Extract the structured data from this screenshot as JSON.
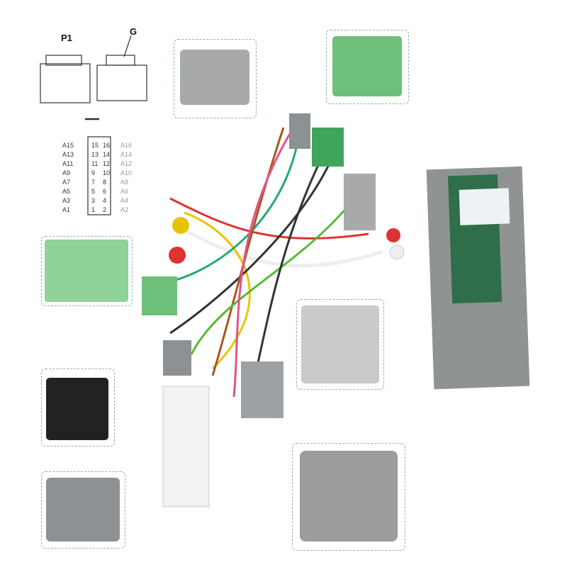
{
  "diagram": {
    "plug_labels": {
      "p1": "P1",
      "g": "G"
    },
    "pin_rows": [
      {
        "left": "A15",
        "a": "15",
        "b": "16"
      },
      {
        "left": "A13",
        "a": "13",
        "b": "14"
      },
      {
        "left": "A11",
        "a": "11",
        "b": "12"
      },
      {
        "left": "A9",
        "a": "9",
        "b": "10"
      },
      {
        "left": "A7",
        "a": "7",
        "b": "8"
      },
      {
        "left": "A5",
        "a": "5",
        "b": "6"
      },
      {
        "left": "A3",
        "a": "3",
        "b": "4"
      },
      {
        "left": "A1",
        "a": "1",
        "b": "2"
      }
    ],
    "right_labels": [
      "A16",
      "A14",
      "A12",
      "A10",
      "A8",
      "A6",
      "A4",
      "A2"
    ]
  },
  "colors": {
    "green": "#6cc07a",
    "gray": "#a7a9ab",
    "black": "#222222",
    "module": "#8f9392"
  }
}
